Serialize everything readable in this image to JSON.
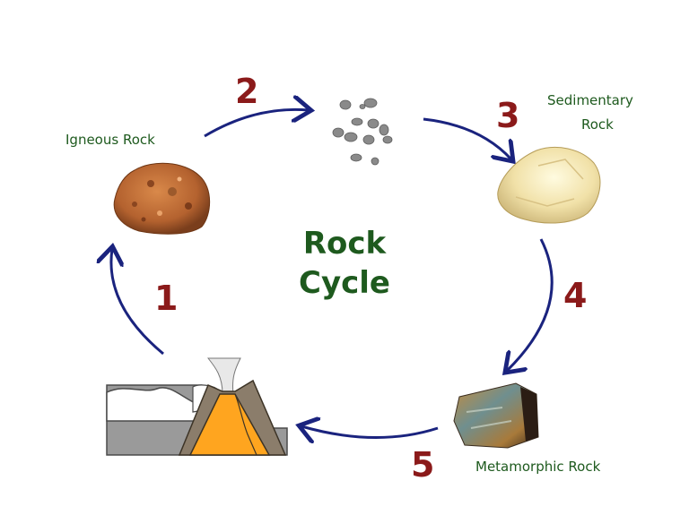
{
  "title": {
    "line1": "Rock",
    "line2": "Cycle"
  },
  "labels": {
    "igneous": "Igneous Rock",
    "sedimentary_1": "Sedimentary",
    "sedimentary_2": "Rock",
    "metamorphic": "Metamorphic Rock"
  },
  "steps": [
    "1",
    "2",
    "3",
    "4",
    "5"
  ],
  "colors": {
    "arrow": "#1a237e",
    "number": "#8b1a1a",
    "label": "#1e5a1e",
    "magma": "#ffa51f",
    "volcano": "#8b7d6b"
  }
}
